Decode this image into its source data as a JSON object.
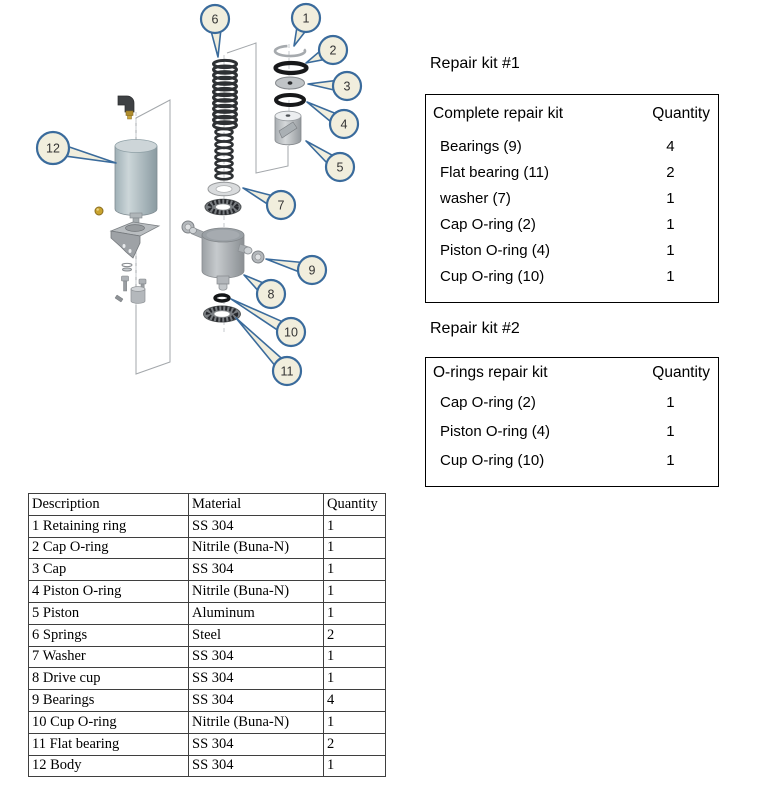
{
  "diagram": {
    "callouts": [
      {
        "number": "1"
      },
      {
        "number": "2"
      },
      {
        "number": "3"
      },
      {
        "number": "4"
      },
      {
        "number": "5"
      },
      {
        "number": "6"
      },
      {
        "number": "7"
      },
      {
        "number": "8"
      },
      {
        "number": "9"
      },
      {
        "number": "10"
      },
      {
        "number": "11"
      },
      {
        "number": "12"
      }
    ],
    "colors": {
      "callout_fill": "#f1eedd",
      "callout_border": "#3a6b9c"
    }
  },
  "repair_kit_1": {
    "title": "Repair kit #1",
    "header": {
      "name": "Complete repair kit",
      "qty": "Quantity"
    },
    "rows": [
      {
        "name": "Bearings (9)",
        "qty": "4"
      },
      {
        "name": "Flat bearing (11)",
        "qty": "2"
      },
      {
        "name": "washer (7)",
        "qty": "1"
      },
      {
        "name": "Cap O-ring (2)",
        "qty": "1"
      },
      {
        "name": "Piston O-ring (4)",
        "qty": "1"
      },
      {
        "name": "Cup O-ring (10)",
        "qty": "1"
      }
    ]
  },
  "repair_kit_2": {
    "title": "Repair kit #2",
    "header": {
      "name": "O-rings repair kit",
      "qty": "Quantity"
    },
    "rows": [
      {
        "name": "Cap O-ring (2)",
        "qty": "1"
      },
      {
        "name": "Piston O-ring (4)",
        "qty": "1"
      },
      {
        "name": "Cup O-ring (10)",
        "qty": "1"
      }
    ]
  },
  "parts_table": {
    "headers": [
      "Description",
      "Material",
      "Quantity"
    ],
    "rows": [
      [
        "1 Retaining ring",
        "SS 304",
        "1"
      ],
      [
        "2 Cap O-ring",
        "Nitrile (Buna-N)",
        "1"
      ],
      [
        "3 Cap",
        "SS 304",
        "1"
      ],
      [
        "4 Piston O-ring",
        "Nitrile (Buna-N)",
        "1"
      ],
      [
        "5 Piston",
        "Aluminum",
        "1"
      ],
      [
        "6 Springs",
        "Steel",
        "2"
      ],
      [
        "7 Washer",
        "SS 304",
        "1"
      ],
      [
        "8 Drive cup",
        "SS 304",
        "1"
      ],
      [
        "9 Bearings",
        "SS 304",
        "4"
      ],
      [
        "10 Cup O-ring",
        "Nitrile (Buna-N)",
        "1"
      ],
      [
        "11 Flat bearing",
        "SS 304",
        "2"
      ],
      [
        "12 Body",
        "SS 304",
        "1"
      ]
    ]
  }
}
